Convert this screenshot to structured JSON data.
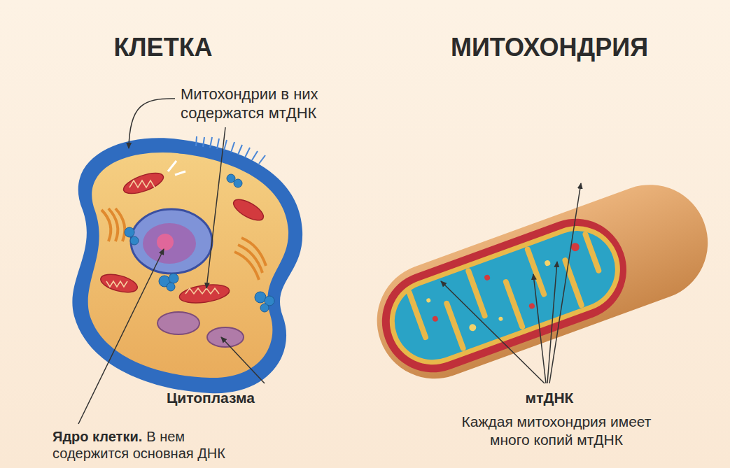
{
  "diagram": {
    "labels": [
      "КЛЕТКА",
      "МИТОХОНДРИЯ",
      "Митохондрии в них содержатся мтДНК",
      "Цитоплазма",
      "Ядро клетки.",
      "В нем содержится основная ДНК",
      "мтДНК",
      "Каждая митохондрия имеет много копий мтДНК"
    ]
  }
}
